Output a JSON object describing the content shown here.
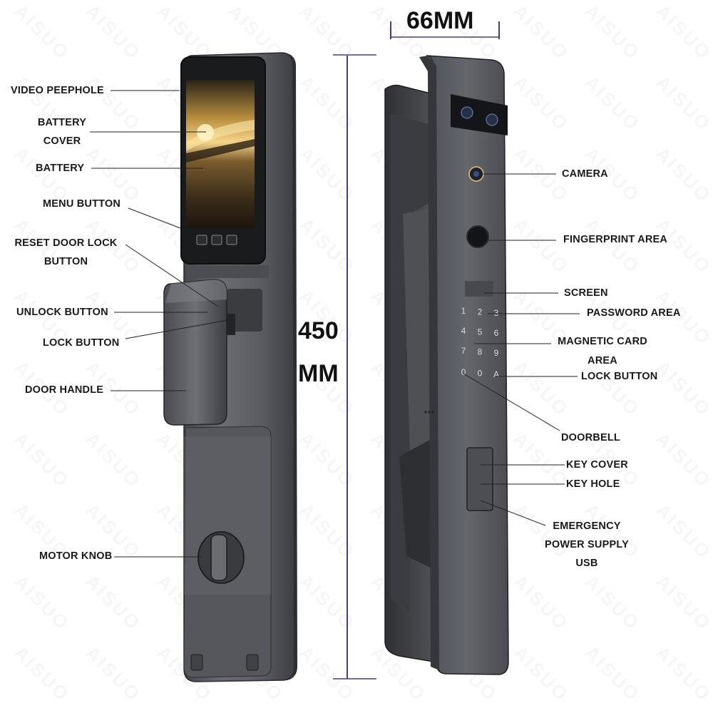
{
  "watermark": "AISUO",
  "dimensions": {
    "width": "66MM",
    "height_num": "450",
    "height_unit": "MM"
  },
  "labels_left": {
    "video_peephole": "VIDEO PEEPHOLE",
    "battery_cover_1": "BATTERY",
    "battery_cover_2": "COVER",
    "battery": "BATTERY",
    "menu_button": "MENU BUTTON",
    "reset_1": "RESET DOOR LOCK",
    "reset_2": "BUTTON",
    "unlock_button": "UNLOCK BUTTON",
    "lock_button": "LOCK BUTTON",
    "door_handle": "DOOR HANDLE",
    "motor_knob": "MOTOR KNOB"
  },
  "labels_right": {
    "camera": "CAMERA",
    "fingerprint": "FINGERPRINT AREA",
    "screen": "SCREEN",
    "password": "PASSWORD AREA",
    "magnetic_1": "MAGNETIC CARD",
    "magnetic_2": "AREA",
    "lock_button": "LOCK BUTTON",
    "doorbell": "DOORBELL",
    "key_cover": "KEY COVER",
    "key_hole": "KEY HOLE",
    "emergency_1": "EMERGENCY",
    "emergency_2": "POWER SUPPLY",
    "emergency_3": "USB"
  },
  "keypad": [
    "1",
    "2",
    "3",
    "4",
    "5",
    "6",
    "7",
    "8",
    "9",
    "0",
    "0",
    "A"
  ],
  "colors": {
    "body": "#5d5f64",
    "body_dark": "#3b3d42",
    "dimension_line": "#4b3a87"
  }
}
